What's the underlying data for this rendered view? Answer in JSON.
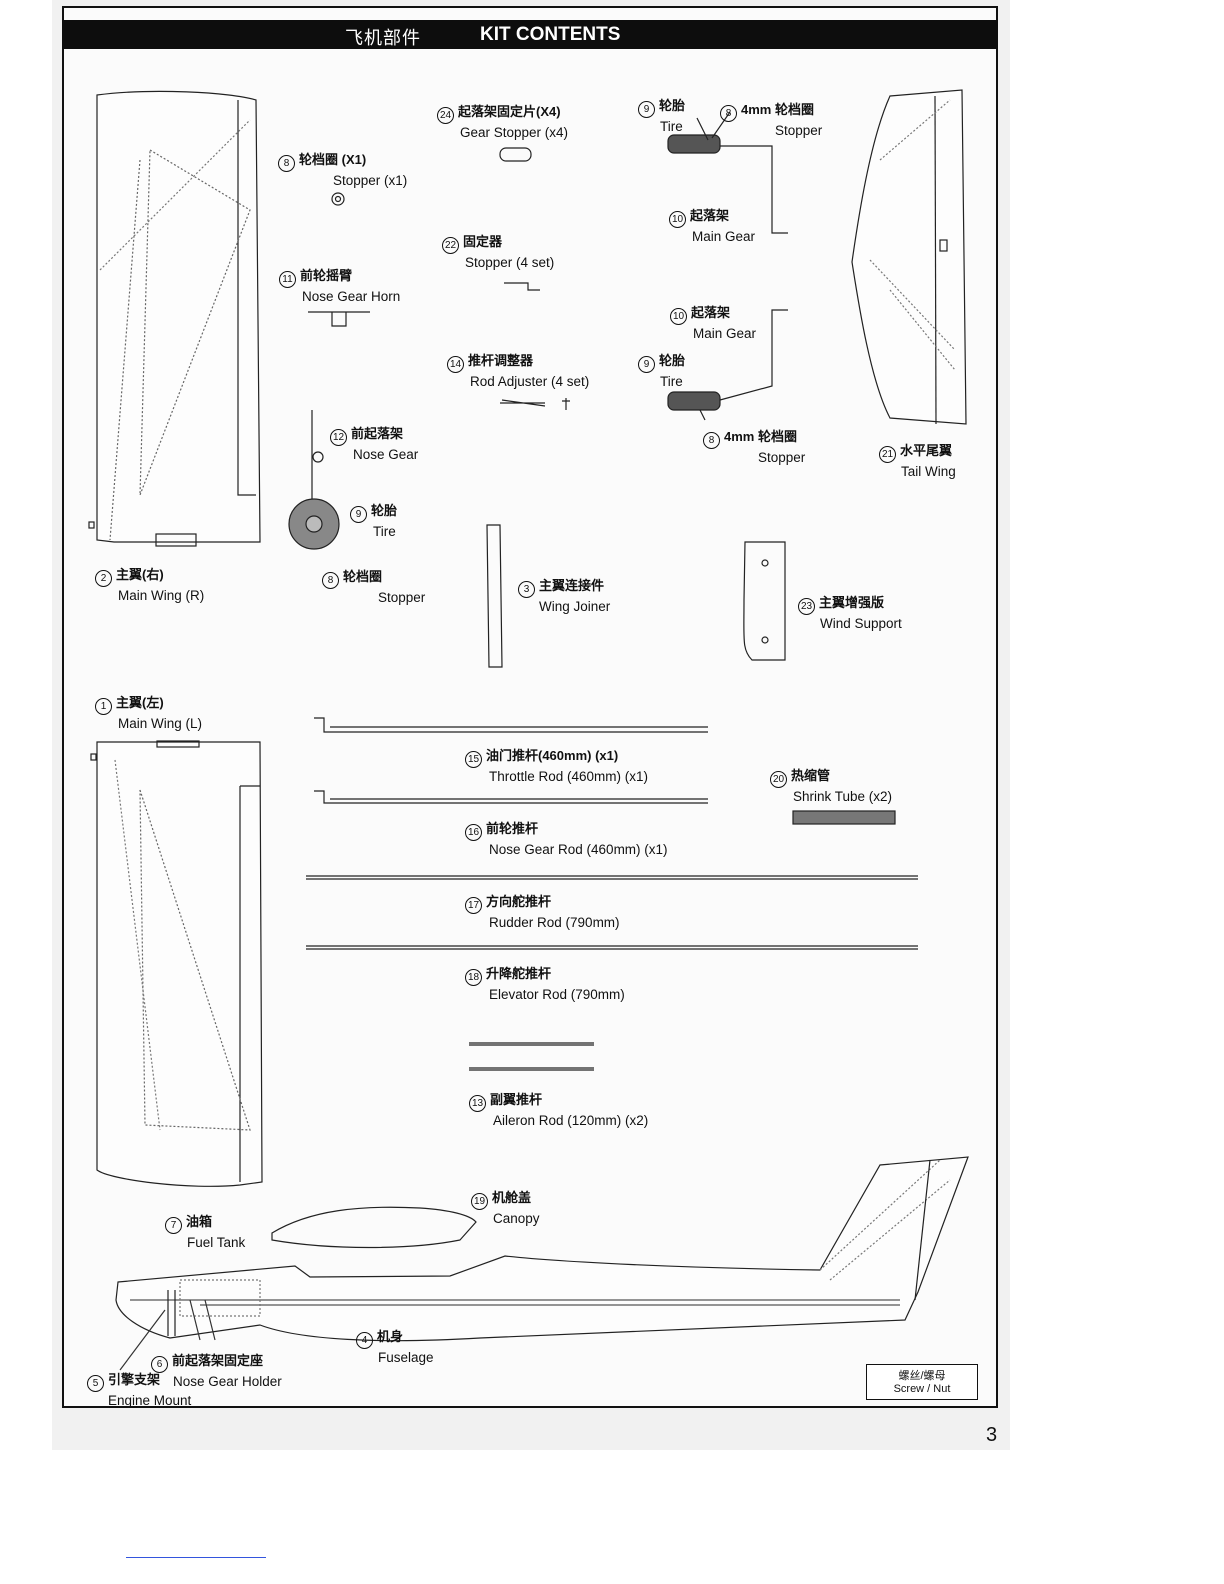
{
  "header": {
    "title_cn": "飞机部件",
    "title_en": "KIT CONTENTS"
  },
  "parts": {
    "p24": {
      "num": "24",
      "cn": "起落架固定片(X4)",
      "en": "Gear Stopper (x4)"
    },
    "p8a": {
      "num": "8",
      "cn": "轮档圈 (X1)",
      "en": "Stopper (x1)"
    },
    "p9a": {
      "num": "9",
      "cn": "轮胎",
      "en": "Tire"
    },
    "p8b": {
      "num": "8",
      "cn": "4mm 轮档圈",
      "en": "Stopper"
    },
    "p10a": {
      "num": "10",
      "cn": "起落架",
      "en": "Main Gear"
    },
    "p22": {
      "num": "22",
      "cn": "固定器",
      "en": "Stopper (4 set)"
    },
    "p11": {
      "num": "11",
      "cn": "前轮摇臂",
      "en": "Nose Gear Horn"
    },
    "p10b": {
      "num": "10",
      "cn": "起落架",
      "en": "Main Gear"
    },
    "p14": {
      "num": "14",
      "cn": "推杆调整器",
      "en": "Rod Adjuster (4 set)"
    },
    "p9b": {
      "num": "9",
      "cn": "轮胎",
      "en": "Tire"
    },
    "p12": {
      "num": "12",
      "cn": "前起落架",
      "en": "Nose Gear"
    },
    "p8c": {
      "num": "8",
      "cn": "4mm 轮档圈",
      "en": "Stopper"
    },
    "p21": {
      "num": "21",
      "cn": "水平尾翼",
      "en": "Tail Wing"
    },
    "p9c": {
      "num": "9",
      "cn": "轮胎",
      "en": "Tire"
    },
    "p2": {
      "num": "2",
      "cn": "主翼(右)",
      "en": "Main Wing (R)"
    },
    "p8d": {
      "num": "8",
      "cn": "轮档圈",
      "en": "Stopper"
    },
    "p3": {
      "num": "3",
      "cn": "主翼连接件",
      "en": "Wing Joiner"
    },
    "p23": {
      "num": "23",
      "cn": "主翼增强版",
      "en": "Wind Support"
    },
    "p1": {
      "num": "1",
      "cn": "主翼(左)",
      "en": "Main Wing (L)"
    },
    "p15": {
      "num": "15",
      "cn": "油门推杆(460mm) (x1)",
      "en": "Throttle Rod (460mm) (x1)"
    },
    "p20": {
      "num": "20",
      "cn": "热缩管",
      "en": "Shrink Tube (x2)"
    },
    "p16": {
      "num": "16",
      "cn": "前轮推杆",
      "en": "Nose Gear Rod (460mm) (x1)"
    },
    "p17": {
      "num": "17",
      "cn": "方向舵推杆",
      "en": "Rudder Rod (790mm)"
    },
    "p18": {
      "num": "18",
      "cn": "升降舵推杆",
      "en": "Elevator Rod (790mm)"
    },
    "p13": {
      "num": "13",
      "cn": "副翼推杆",
      "en": "Aileron Rod (120mm) (x2)"
    },
    "p19": {
      "num": "19",
      "cn": "机舱盖",
      "en": "Canopy"
    },
    "p7": {
      "num": "7",
      "cn": "油箱",
      "en": "Fuel Tank"
    },
    "p4": {
      "num": "4",
      "cn": "机身",
      "en": "Fuselage"
    },
    "p6": {
      "num": "6",
      "cn": "前起落架固定座",
      "en": "Nose Gear Holder"
    },
    "p5": {
      "num": "5",
      "cn": "引擎支架",
      "en": "Engine Mount"
    }
  },
  "screw_box": {
    "cn": "螺丝/螺母",
    "en": "Screw / Nut"
  },
  "page_number": "3"
}
